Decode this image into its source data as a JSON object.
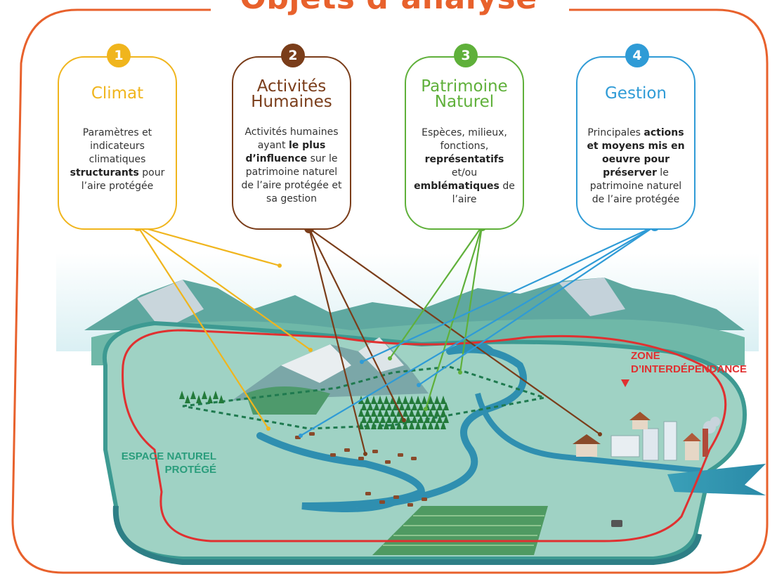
{
  "title": "Objets d’analyse",
  "colors": {
    "frame": "#e8612c",
    "climat": "#f0b51d",
    "activites": "#7a3d1a",
    "patrimoine": "#5fb03a",
    "gestion": "#2f9bd6",
    "zone_red": "#e03030",
    "espace_green": "#2a9d7c"
  },
  "cards": [
    {
      "number": "1",
      "icon": "sun-badge-icon",
      "name": "Climat",
      "desc_parts": [
        [
          "Paramètres et indicateurs climatiques ",
          false
        ],
        [
          "structurants",
          true
        ],
        [
          " pour l’aire protégée",
          false
        ]
      ]
    },
    {
      "number": "2",
      "icon": "hand-badge-icon",
      "name": "Activités Humaines",
      "desc_parts": [
        [
          "Activités humaines ayant ",
          false
        ],
        [
          "le plus d’influence",
          true
        ],
        [
          " sur le patrimoine naturel de l’aire protégée et sa gestion",
          false
        ]
      ]
    },
    {
      "number": "3",
      "icon": "leaf-badge-icon",
      "name": "Patrimoine Naturel",
      "desc_parts": [
        [
          "Espèces, milieux, fonctions, ",
          false
        ],
        [
          "représentatifs",
          true
        ],
        [
          " et/ou ",
          false
        ],
        [
          "emblématiques",
          true
        ],
        [
          " de l’aire",
          false
        ]
      ]
    },
    {
      "number": "4",
      "icon": "gear-badge-icon",
      "name": "Gestion",
      "desc_parts": [
        [
          "Principales ",
          false
        ],
        [
          "actions et moyens mis en oeuvre pour préserver",
          true
        ],
        [
          " le patrimoine naturel de l’aire protégée",
          false
        ]
      ]
    }
  ],
  "labels": {
    "zone": "ZONE D’INTERDÉPENDANCE",
    "espace": "ESPACE NATUREL PROTÉGÉ"
  }
}
